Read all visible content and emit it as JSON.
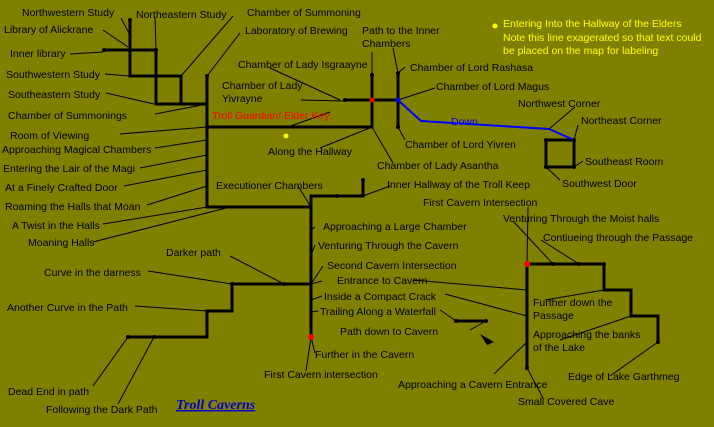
{
  "map_title": "Troll Caverns",
  "note": {
    "line1": "Entering Into the Hallway of the Elders",
    "line2": "Note this line exagerated so that text could",
    "line3": "be placed on the map for labeling"
  },
  "colors": {
    "background": "#808000",
    "path": "#000000",
    "text": "#000000",
    "highlight_text": "#ffff00",
    "link_text": "#0000cc",
    "down_path": "#0000ff",
    "marker_red": "#ff0000",
    "marker_yellow": "#ffff00",
    "warning_text": "#ff0000"
  },
  "north_rooms": {
    "northwestern_study": "Northwestern Study",
    "library_of_alickrane": "Library of Alickrane",
    "inner_library": "Inner library",
    "southwestern_study": "Southwestern Study",
    "southeastern_study": "Southeastern Study",
    "chamber_of_summonings": "Chamber of Summonings",
    "room_of_viewing": "Room of Viewing",
    "approaching_magical_chambers": "Approaching Magical Chambers",
    "entering_lair_of_magi": "Entering the Lair of the Magi",
    "finely_crafted_door": "At a Finely Crafted Door",
    "roaming_halls": "Roaming the Halls that Moan",
    "twist_in_halls": "A Twist in the Halls",
    "moaning_halls": "Moaning Halls",
    "northeastern_study": "Northeastern Study",
    "chamber_of_summoning": "Chamber of Summoning",
    "laboratory_of_brewing": "Laboratory of Brewing"
  },
  "keep_rooms": {
    "path_to_inner_chambers_1": "Path to the Inner",
    "path_to_inner_chambers_2": "Chambers",
    "lady_isgraayne": "Chamber of Lady Isgraayne",
    "lord_rashasa": "Chamber of Lord Rashasa",
    "lord_magus": "Chamber of Lord Magus",
    "lady_yivrayne_1": "Chamber of Lady",
    "lady_yivrayne_2": "Yivrayne",
    "troll_guardian": "Troll Guardian/ Elder Key",
    "along_the_hallway": "Along the Hallway",
    "lord_yivren": "Chamber of Lord Yivren",
    "lady_asantha": "Chamber of Lady Asantha",
    "executioner_chambers": "Executioner Chambers",
    "inner_hallway": "Inner Hallway of the Troll Keep",
    "down": "Down"
  },
  "corner_rooms": {
    "northwest_corner": "Northwest Corner",
    "northeast_corner": "Northeast Corner",
    "southeast_room": "Southeast Room",
    "southwest_door": "Southwest Door"
  },
  "cavern_rooms": {
    "approaching_large_chamber": "Approaching a Large Chamber",
    "venturing_through_cavern": "Venturing Through the Cavern",
    "second_cavern_intersection": "Second Cavern Intersection",
    "entrance_to_cavern": "Entrance to Cavern",
    "inside_compact_crack": "Inside a Compact Crack",
    "trailing_along_waterfall": "Trailing Along a Waterfall",
    "path_down_to_cavern": "Path down to Cavern",
    "further_in_cavern": "Further in the Cavern",
    "first_cavern_intersection_low": "First Cavern intersection",
    "darker_path": "Darker path",
    "curve_in_darkness": "Curve in the darness",
    "another_curve": "Another Curve in the Path",
    "dead_end": "Dead End in path",
    "following_dark_path": "Following the Dark Path"
  },
  "east_rooms": {
    "first_cavern_intersection": "First Cavern Intersection",
    "venturing_moist_halls": "Venturing Through the Moist halls",
    "continueing_passage": "Contiueing through the Passage",
    "further_down_passage_1": "Further down the",
    "further_down_passage_2": "Passage",
    "approaching_banks_1": "Approaching the banks",
    "approaching_banks_2": "of the Lake",
    "edge_of_lake": "Edge of Lake Garthmeg",
    "approaching_cavern_entrance": "Approaching a Cavern Entrance",
    "small_covered_cave": "Small Covered Cave"
  }
}
